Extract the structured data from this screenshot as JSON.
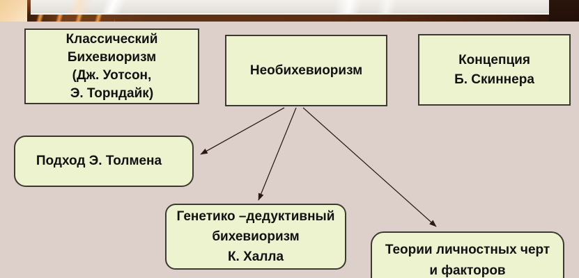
{
  "colors": {
    "slide_background": "#ddd0cb",
    "node_fill": "#eef3cf",
    "node_border": "#3a3a30",
    "arrow": "#31201a",
    "banner_bar_brown": "#5d3317",
    "banner_left_peach": "#f6d7ab",
    "banner_panel_light": "#ebe8e4",
    "banner_corner_dark": "#241109"
  },
  "diagram": {
    "nodes": [
      {
        "id": "classic",
        "lines": [
          "Классический",
          "Бихевиоризм",
          "(Дж. Уотсон,",
          "Э. Торндайк)"
        ]
      },
      {
        "id": "neo",
        "lines": [
          "Необихевиоризм"
        ]
      },
      {
        "id": "skinner",
        "lines": [
          "Концепция",
          "Б. Скиннера"
        ]
      },
      {
        "id": "tolman",
        "lines": [
          "Подход Э. Толмена"
        ]
      },
      {
        "id": "hull",
        "lines": [
          "Генетико –дедуктивный",
          "бихевиоризм",
          "К. Халла"
        ]
      },
      {
        "id": "traits",
        "lines": [
          "Теории личностных черт",
          "и факторов"
        ]
      }
    ],
    "edges": [
      {
        "from": "Необихевиоризм",
        "to": "Подход Э. Толмена"
      },
      {
        "from": "Необихевиоризм",
        "to": "Генетико –дедуктивный бихевиоризм К. Халла"
      },
      {
        "from": "Необихевиоризм",
        "to": "Теории личностных черт и факторов"
      }
    ]
  }
}
